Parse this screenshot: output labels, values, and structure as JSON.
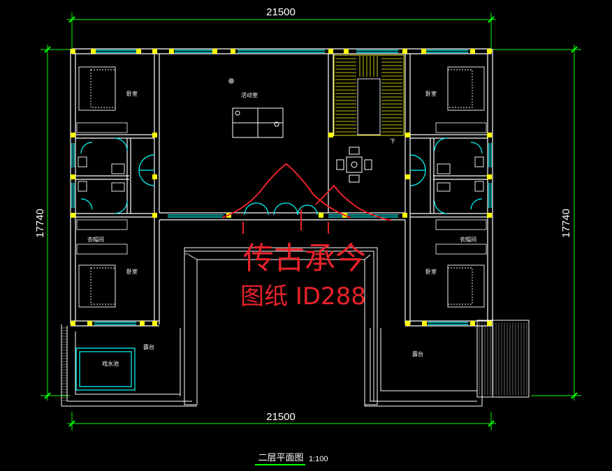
{
  "dimensions": {
    "top_width": "21500",
    "bottom_width": "21500",
    "left_depth": "17740",
    "right_depth": "17740"
  },
  "rooms": {
    "bedroom_nw": "卧室",
    "activity_room": "活动室",
    "bedroom_ne": "卧室",
    "stair_down": "下",
    "closet_sw": "衣帽间",
    "bedroom_sw": "卧室",
    "closet_se": "衣帽间",
    "bedroom_se": "卧室",
    "terrace_w": "露台",
    "pool": "戏水池",
    "terrace_e": "露台"
  },
  "title": {
    "name": "二层平面图",
    "scale": "1:100"
  },
  "watermark": {
    "line1": "传古承今",
    "line2": "图纸 ID288"
  },
  "colors": {
    "background": "#000000",
    "walls": "#ffffff",
    "dimension_lines": "#00ff00",
    "windows": "#00ffff",
    "columns": "#ffff00",
    "stairs": "#ffff00",
    "watermark": "#e8232a",
    "title_underline": "#00ff00"
  }
}
